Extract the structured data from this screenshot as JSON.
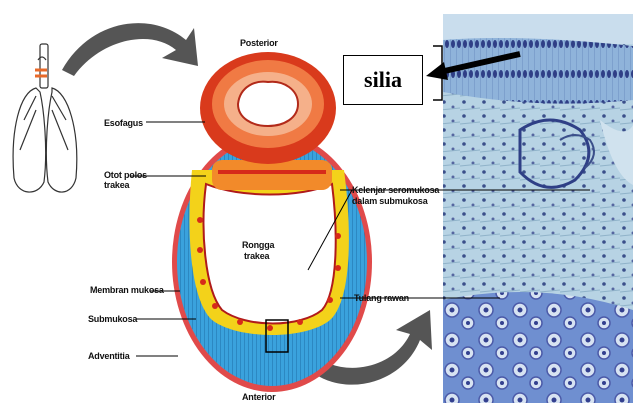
{
  "labels": {
    "posterior": "Posterior",
    "anterior": "Anterior",
    "esofagus": "Esofagus",
    "otot_polos_1": "Otot polos",
    "otot_polos_2": "trakea",
    "rongga_1": "Rongga",
    "rongga_2": "trakea",
    "membran_mukosa": "Membran mukosa",
    "submukosa": "Submukosa",
    "adventitia": "Adventitia",
    "kelenjar_1": "Kelenjar seromukosa",
    "kelenjar_2": "dalam submukosa",
    "tulang_rawan": "Tulang rawan"
  },
  "callout": {
    "text": "silia"
  },
  "colors": {
    "esophagus_outer": "#d93a1c",
    "esophagus_inner": "#f5b08a",
    "cartilage_blue": "#3aa2dd",
    "submucosa_yellow": "#f3d21a",
    "lumen_white": "#ffffff",
    "adventitia_red": "#e04a4a",
    "arrow_gray": "#5a5a5a",
    "histology_bg": "#a8c8dc"
  }
}
